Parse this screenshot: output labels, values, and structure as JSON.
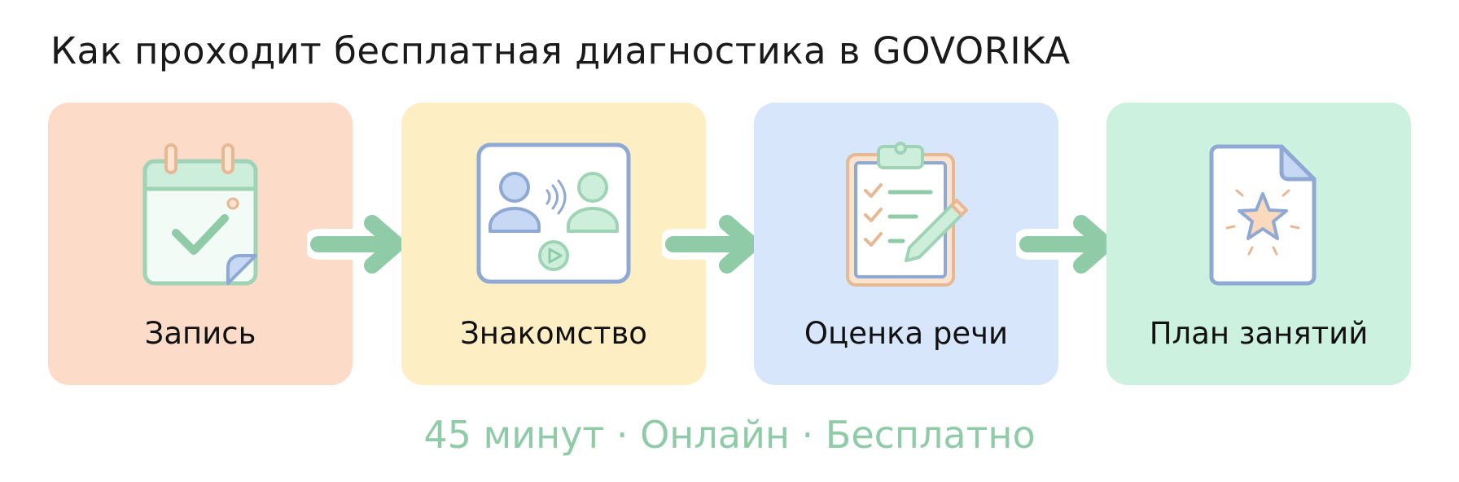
{
  "title": "Как проходит бесплатная диагностика в GOVORIKA",
  "steps": [
    {
      "label": "Запись",
      "icon": "calendar-check-icon",
      "bg": "#fcdcc8"
    },
    {
      "label": "Знакомство",
      "icon": "video-call-icon",
      "bg": "#fdeec3"
    },
    {
      "label": "Оценка речи",
      "icon": "clipboard-pencil-icon",
      "bg": "#d8e6fb"
    },
    {
      "label": "План занятий",
      "icon": "document-star-icon",
      "bg": "#cdf1df"
    }
  ],
  "arrow_icon": "arrow-right-icon",
  "footer": "45 минут · Онлайн · Бесплатно",
  "colors": {
    "green_accent": "#8fcba7",
    "blue_outline": "#8fa9d4",
    "title": "#1a1a1a"
  }
}
